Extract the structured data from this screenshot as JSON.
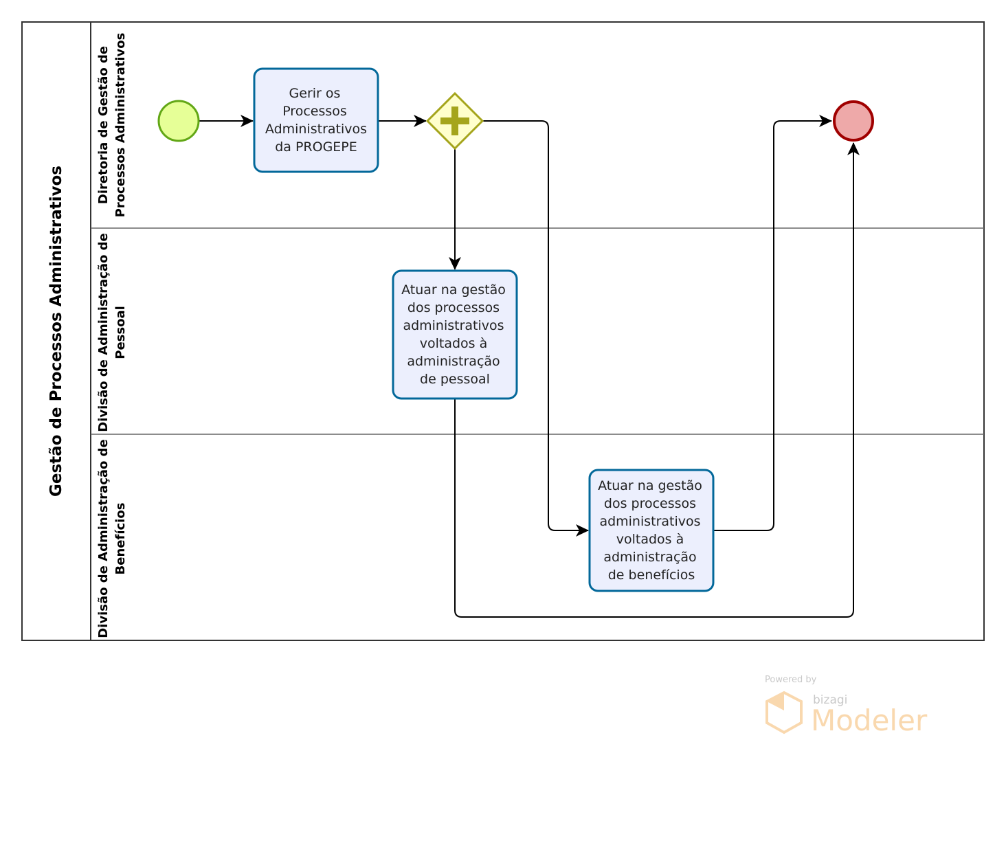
{
  "pool": {
    "title": "Gestão de Processos Administrativos"
  },
  "lanes": [
    {
      "label_lines": [
        "Diretoria de Gestão de",
        "Processos Administrativos"
      ]
    },
    {
      "label_lines": [
        "Divisão de Administração de",
        "Pessoal"
      ]
    },
    {
      "label_lines": [
        "Divisão de Administração de",
        "Benefícios"
      ]
    }
  ],
  "tasks": [
    {
      "lines": [
        "Gerir os",
        "Processos",
        "Administrativos",
        "da PROGEPE"
      ]
    },
    {
      "lines": [
        "Atuar na gestão",
        "dos processos",
        "administrativos",
        "voltados à",
        "administração",
        "de pessoal"
      ]
    },
    {
      "lines": [
        "Atuar na gestão",
        "dos processos",
        "administrativos",
        "voltados à",
        "administração",
        "de benefícios"
      ]
    }
  ],
  "gateway": {
    "type": "parallel",
    "icon": "plus-icon"
  },
  "colors": {
    "task_fill": "#eceffd",
    "task_stroke": "#03689a",
    "start_fill": "#e6ff97",
    "start_stroke": "#62a716",
    "end_fill": "#eea9a9",
    "end_stroke": "#a00000",
    "gateway_fill": "#ffffcc",
    "gateway_stroke": "#a5a51c"
  },
  "watermark": {
    "powered_by": "Powered by",
    "brand": "bizagi",
    "product": "Modeler"
  }
}
